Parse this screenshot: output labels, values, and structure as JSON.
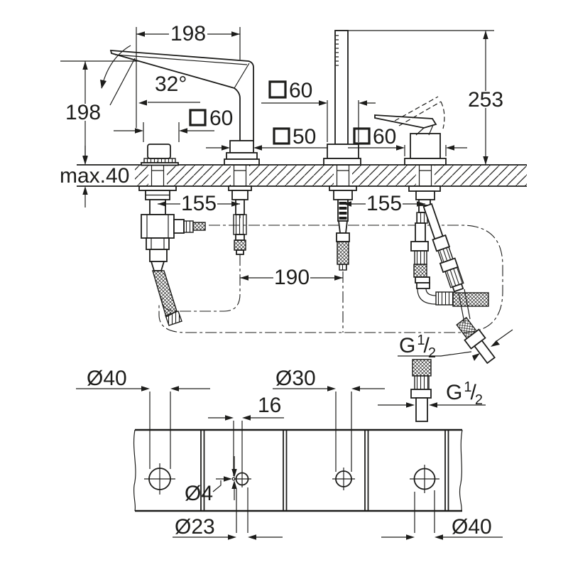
{
  "side_view": {
    "spout_reach": "198",
    "spout_angle": "32°",
    "spout_height": "198",
    "deck_max": "max.40",
    "total_height": "253",
    "pitch_hole1_hole2": "155",
    "pitch_hole2_hole3": "190",
    "pitch_hole3_hole4": "155",
    "knob_square": "60",
    "spout_square": "50",
    "shower_square": "60",
    "handle_square": "60",
    "thread_upper": {
      "letter": "G",
      "numerator": "1",
      "slash": "/",
      "denominator": "2"
    },
    "thread_lower": {
      "letter": "G",
      "numerator": "1",
      "slash": "/",
      "denominator": "2"
    }
  },
  "bottom_view": {
    "hole1_dia": "Ø40",
    "hole3_dia": "Ø30",
    "pin_offset": "16",
    "pin_dia": "Ø4",
    "hole2_dia": "Ø23",
    "hole4_dia": "Ø40"
  },
  "colors": {
    "line": "#1d1d1b",
    "background": "#ffffff"
  }
}
